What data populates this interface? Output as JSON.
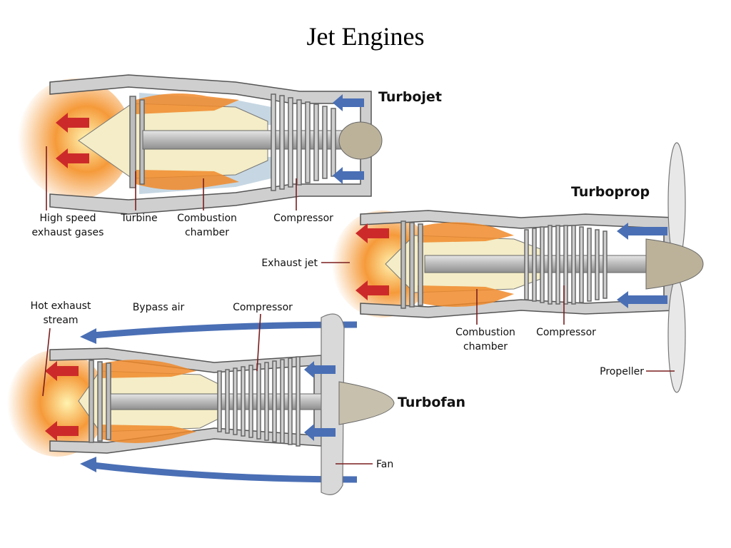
{
  "title": "Jet Engines",
  "colors": {
    "casing": "#c9c9c9",
    "casing_stroke": "#555555",
    "cool_air": "#c6d7e3",
    "core": "#f4edc7",
    "flame": "#f08a2a",
    "exhaust_arrow": "#cc2a2a",
    "intake_arrow": "#4a6fb5",
    "leader": "#7a1f1f"
  },
  "turbojet": {
    "name": "Turbojet",
    "labels": {
      "high_speed_line1": "High speed",
      "high_speed_line2": "exhaust gases",
      "turbine": "Turbine",
      "combustion_line1": "Combustion",
      "combustion_line2": "chamber",
      "compressor": "Compressor"
    }
  },
  "turboprop": {
    "name": "Turboprop",
    "labels": {
      "exhaust_jet": "Exhaust jet",
      "combustion_line1": "Combustion",
      "combustion_line2": "chamber",
      "compressor": "Compressor",
      "propeller": "Propeller"
    }
  },
  "turbofan": {
    "name": "Turbofan",
    "labels": {
      "hot_exhaust_line1": "Hot exhaust",
      "hot_exhaust_line2": "stream",
      "bypass_air": "Bypass air",
      "compressor": "Compressor",
      "fan": "Fan"
    }
  }
}
